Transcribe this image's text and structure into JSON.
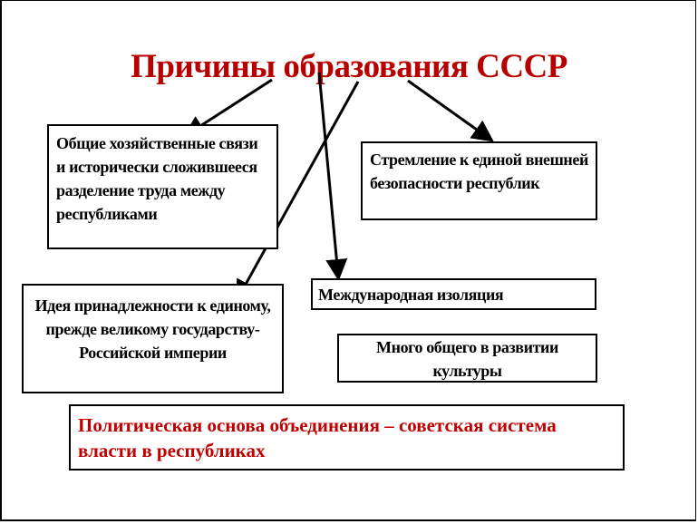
{
  "title": "Причины образования СССР",
  "causes": [
    {
      "text": "Общие хозяйственные связи и исторически сложившееся разделение труда между республиками"
    },
    {
      "text": "Стремление к единой внешней безопасности республик"
    },
    {
      "text": "Идея принадлежности к единому, прежде великому государству- Российской империи"
    },
    {
      "text": "Международная изоляция"
    },
    {
      "text": "Много общего в развитии культуры"
    },
    {
      "text": "Политическая основа объединения – советская система власти в республиках"
    }
  ],
  "colors": {
    "title": "#b80000",
    "highlight": "#c00000"
  }
}
